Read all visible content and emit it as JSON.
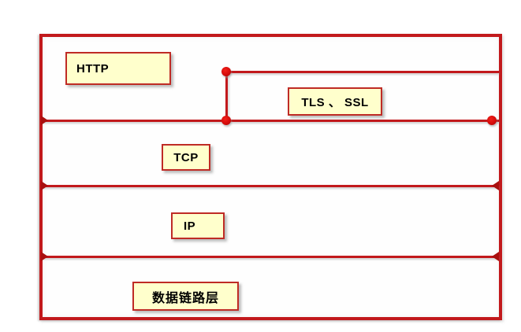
{
  "diagram": {
    "type": "network-protocol-stack-layers",
    "layers": [
      {
        "id": "http",
        "label": "HTTP"
      },
      {
        "id": "tls-ssl",
        "label": "TLS 、 SSL"
      },
      {
        "id": "tcp",
        "label": "TCP"
      },
      {
        "id": "ip",
        "label": "IP"
      },
      {
        "id": "data-link",
        "label": "数据链路层"
      }
    ],
    "colors": {
      "line": "#c2191c",
      "box_fill": "#ffffcc",
      "box_border": "#bf2b25",
      "text": "#000000",
      "background": "#ffffff"
    }
  }
}
